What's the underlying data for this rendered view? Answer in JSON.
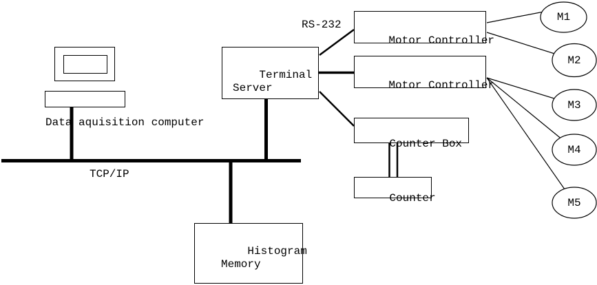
{
  "diagram": {
    "title": "Data acquisition system diagram",
    "colors": {
      "line": "#000000",
      "background": "#ffffff"
    },
    "labels": {
      "computer": "Data aquisition computer",
      "bus": "TCP/IP",
      "serial_link": "RS-232"
    },
    "nodes": {
      "terminal_server": "Terminal\nServer",
      "motor_controller_1": "Motor Controller",
      "motor_controller_2": "Motor Controller",
      "counter_box": "Counter Box",
      "counter": "Counter",
      "histogram_memory": "Histogram\nMemory"
    },
    "motors": [
      {
        "label": "M1"
      },
      {
        "label": "M2"
      },
      {
        "label": "M3"
      },
      {
        "label": "M4"
      },
      {
        "label": "M5"
      }
    ]
  }
}
